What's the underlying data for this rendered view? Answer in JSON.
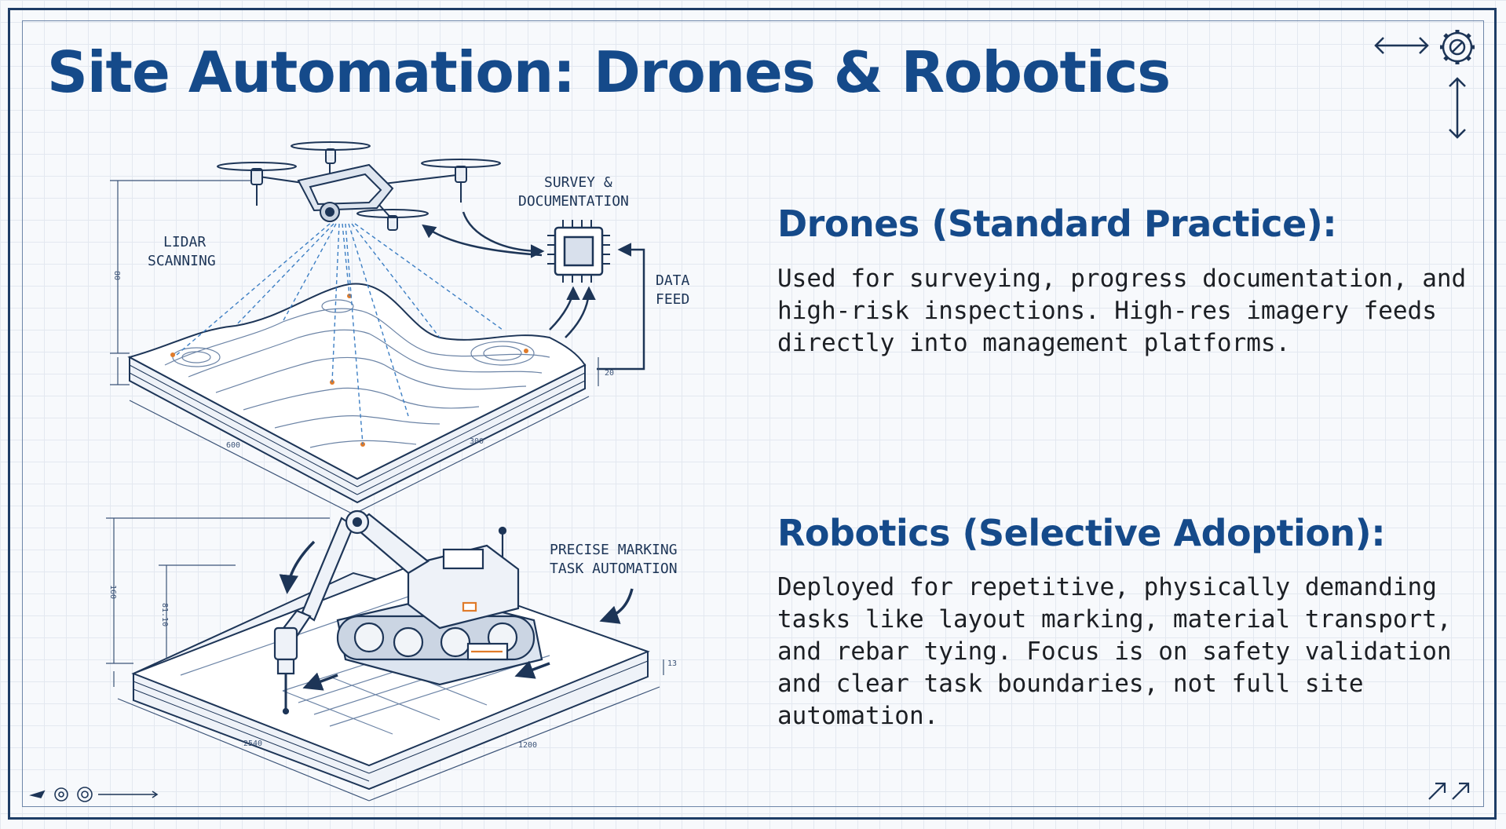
{
  "slide": {
    "title": "Site Automation: Drones & Robotics"
  },
  "drones": {
    "heading": "Drones (Standard Practice):",
    "body": "Used for surveying, progress documentation, and high-risk inspections. High-res imagery feeds directly into management platforms."
  },
  "robotics": {
    "heading": "Robotics (Selective Adoption):",
    "body": "Deployed for repetitive, physically demanding tasks like layout marking, material transport, and rebar tying. Focus is on safety validation and clear task boundaries, not full site automation."
  },
  "diagram_labels": {
    "lidar_line1": "LIDAR",
    "lidar_line2": "SCANNING",
    "survey_line1": "SURVEY &",
    "survey_line2": "DOCUMENTATION",
    "data_line1": "DATA",
    "data_line2": "FEED",
    "marking_line1": "PRECISE MARKING",
    "marking_line2": "TASK AUTOMATION"
  },
  "colors": {
    "title_blue": "#154a8a",
    "line_blue": "#1d3557",
    "accent_orange": "#e07b2a",
    "grid": "#e3e8f0"
  },
  "icons": [
    "horizontal-arrows-icon",
    "gear-icon",
    "vertical-arrows-icon",
    "drone-icon",
    "chip-icon",
    "excavator-icon",
    "diagonal-arrows-icon"
  ]
}
